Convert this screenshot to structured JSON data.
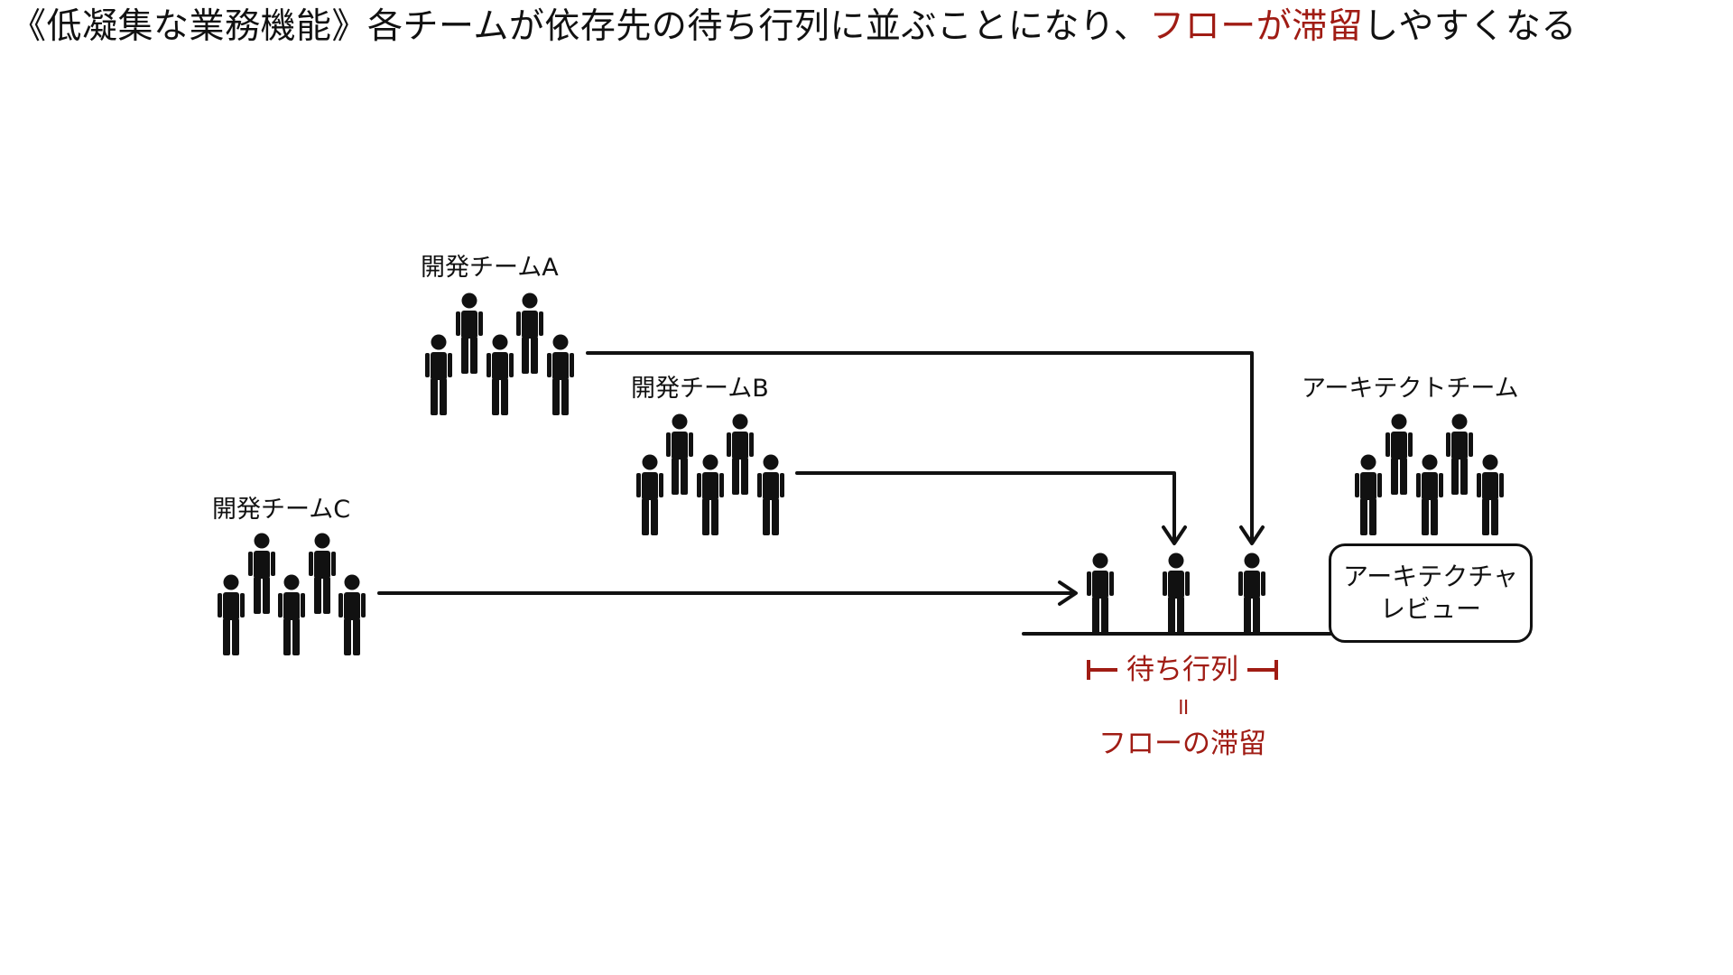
{
  "title": {
    "prefix": "《低凝集な業務機能》各チームが依存先の待ち行列に並ぶことになり、",
    "highlight": "フローが滞留",
    "suffix": "しやすくなる"
  },
  "teams": {
    "team_a": {
      "label": "開発チームA"
    },
    "team_b": {
      "label": "開発チームB"
    },
    "team_c": {
      "label": "開発チームC"
    },
    "architect": {
      "label": "アーキテクトチーム"
    }
  },
  "review_box": {
    "line1": "アーキテクチャ",
    "line2": "レビュー"
  },
  "queue": {
    "label": "待ち行列",
    "equals": "॥",
    "meaning": "フローの滞留"
  },
  "colors": {
    "accent": "#a01c14",
    "ink": "#111111"
  },
  "icons": {
    "person": "person-icon",
    "arrow": "arrow-icon"
  }
}
